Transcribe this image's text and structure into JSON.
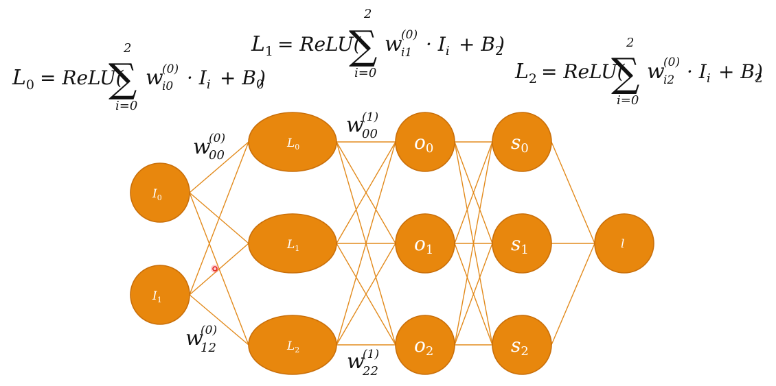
{
  "equations": {
    "L0": {
      "lhs": "L",
      "lhs_sub": "0",
      "func": "= ReLU(",
      "upper": "2",
      "lower": "i=0",
      "w": "w",
      "w_sup": "(0)",
      "w_sub": "i0",
      "mid": "· I",
      "mid_sub": "i",
      "plus": "+ B",
      "b_sub": "0",
      "close": ")"
    },
    "L1": {
      "lhs": "L",
      "lhs_sub": "1",
      "func": "= ReLU(",
      "upper": "2",
      "lower": "i=0",
      "w": "w",
      "w_sup": "(0)",
      "w_sub": "i1",
      "mid": "· I",
      "mid_sub": "i",
      "plus": "+ B",
      "b_sub": "2",
      "close": ")"
    },
    "L2": {
      "lhs": "L",
      "lhs_sub": "2",
      "func": "= ReLU(",
      "upper": "2",
      "lower": "i=0",
      "w": "w",
      "w_sup": "(0)",
      "w_sub": "i2",
      "mid": "· I",
      "mid_sub": "i",
      "plus": "+ B",
      "b_sub": "2",
      "close": ")"
    }
  },
  "nodes": {
    "I0": {
      "main": "I",
      "sub": "0"
    },
    "I1": {
      "main": "I",
      "sub": "1"
    },
    "L0": {
      "main": "L",
      "sub": "0"
    },
    "L1": {
      "main": "L",
      "sub": "1"
    },
    "L2": {
      "main": "L",
      "sub": "2"
    },
    "o0": {
      "main": "o",
      "sub": "0"
    },
    "o1": {
      "main": "o",
      "sub": "1"
    },
    "o2": {
      "main": "o",
      "sub": "2"
    },
    "s0": {
      "main": "s",
      "sub": "0"
    },
    "s1": {
      "main": "s",
      "sub": "1"
    },
    "s2": {
      "main": "s",
      "sub": "2"
    },
    "l": {
      "main": "l",
      "sub": ""
    }
  },
  "weights": {
    "w00_0": {
      "w": "w",
      "sup": "(0)",
      "sub": "00"
    },
    "w12_0": {
      "w": "w",
      "sup": "(0)",
      "sub": "12"
    },
    "w00_1": {
      "w": "w",
      "sup": "(1)",
      "sub": "00"
    },
    "w22_1": {
      "w": "w",
      "sup": "(1)",
      "sub": "22"
    }
  },
  "colors": {
    "node_fill": "#E8870D",
    "edge": "#E28A1C",
    "text": "#111111"
  }
}
